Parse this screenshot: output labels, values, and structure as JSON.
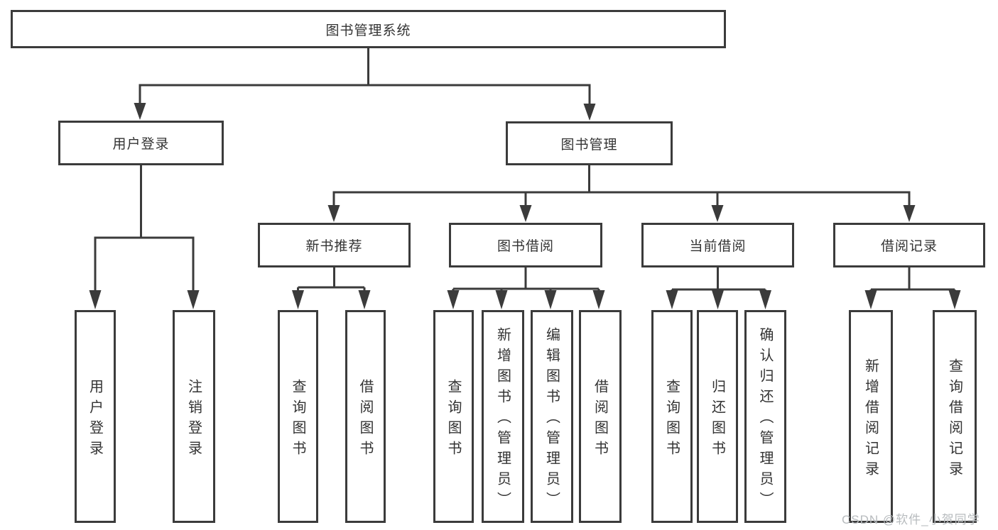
{
  "tree": {
    "root": {
      "label": "图书管理系统"
    },
    "user_login": {
      "label": "用户登录",
      "children": [
        {
          "label": "用户登录"
        },
        {
          "label": "注销登录"
        }
      ]
    },
    "book_mgmt": {
      "label": "图书管理",
      "sections": [
        {
          "label": "新书推荐",
          "children": [
            {
              "label": "查询图书"
            },
            {
              "label": "借阅图书"
            }
          ]
        },
        {
          "label": "图书借阅",
          "children": [
            {
              "label": "查询图书"
            },
            {
              "label": "新增图书（管理员）"
            },
            {
              "label": "编辑图书（管理员）"
            },
            {
              "label": "借阅图书"
            }
          ]
        },
        {
          "label": "当前借阅",
          "children": [
            {
              "label": "查询图书"
            },
            {
              "label": "归还图书"
            },
            {
              "label": "确认归还（管理员）"
            }
          ]
        },
        {
          "label": "借阅记录",
          "children": [
            {
              "label": "新增借阅记录"
            },
            {
              "label": "查询借阅记录"
            }
          ]
        }
      ]
    }
  },
  "watermark": {
    "text": "CSDN @软件_小贺同学"
  },
  "colors": {
    "line": "#3b3b3b",
    "box_border": "#3b3b3b",
    "text": "#333333",
    "watermark": "#b7bbbe",
    "background": "#ffffff"
  }
}
